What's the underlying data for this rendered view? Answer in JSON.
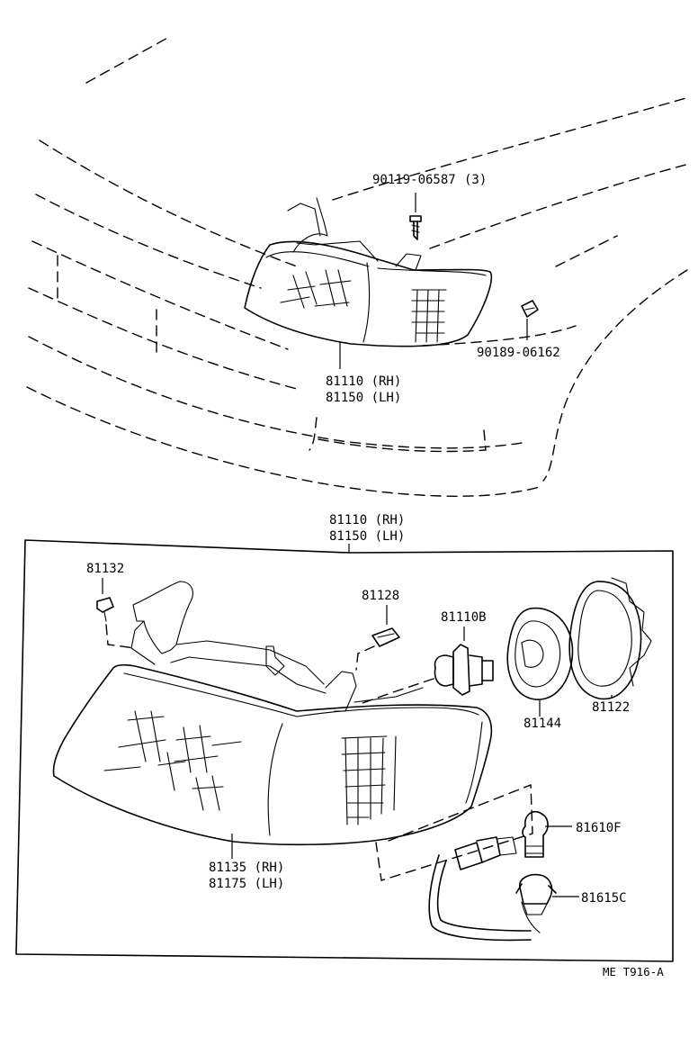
{
  "callouts": {
    "screw_pn": "90119-06587",
    "screw_qty": "(3)",
    "clip_pn": "90189-06162",
    "assy_top_rh": "81110 (RH)",
    "assy_top_lh": "81150 (LH)",
    "assy_rh": "81110 (RH)",
    "assy_lh": "81150 (LH)",
    "clip_81132": "81132",
    "clip_81128": "81128",
    "bulb_81110b": "81110B",
    "socket_81144": "81144",
    "cover_81122": "81122",
    "bulb_81610f": "81610F",
    "socket_81615c": "81615C",
    "lens_rh": "81135 (RH)",
    "lens_lh": "81175 (LH)"
  },
  "figure_ref": "ME T916-A"
}
